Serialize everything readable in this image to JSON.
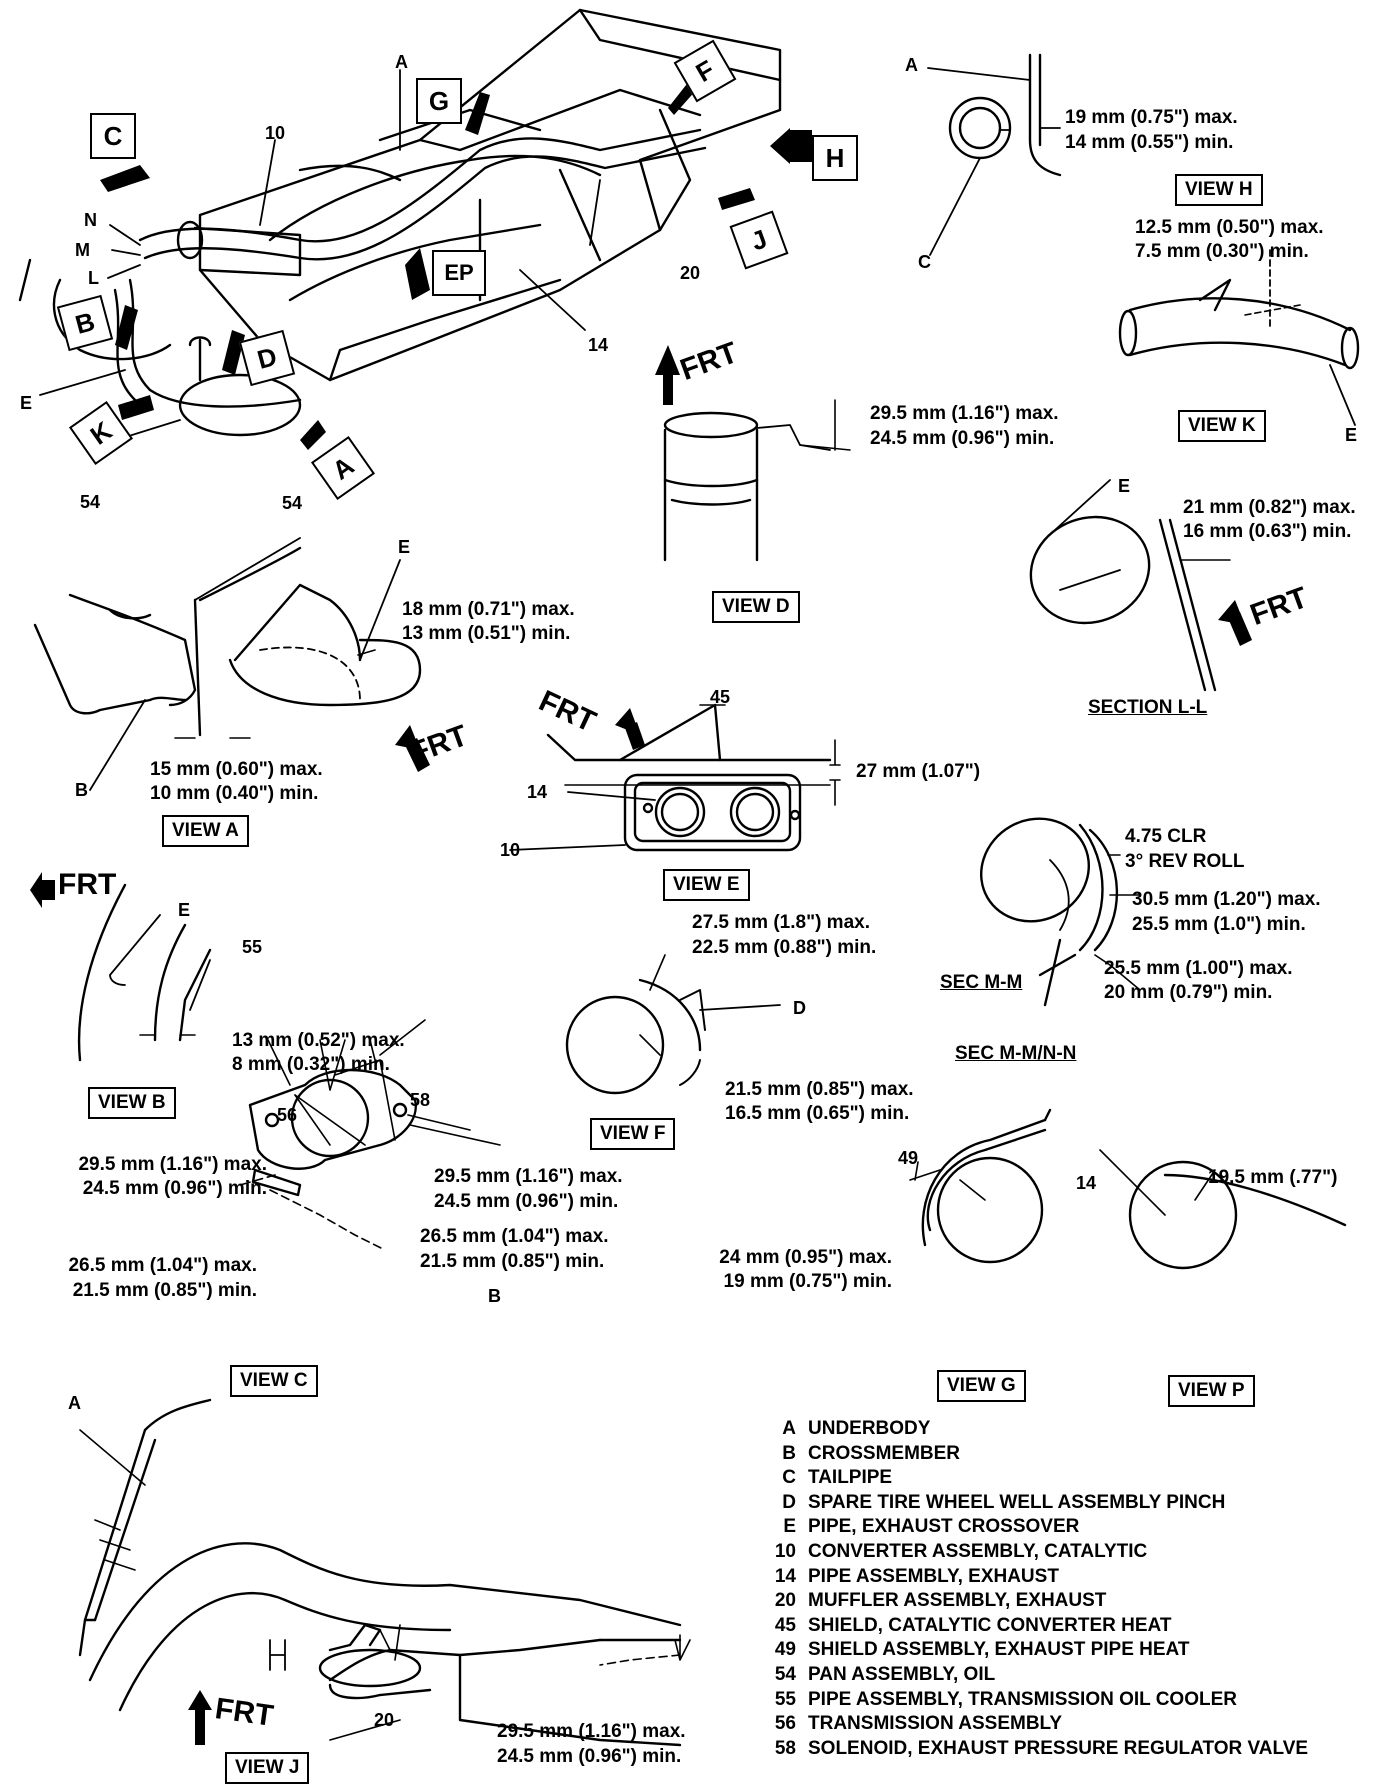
{
  "overview": {
    "view_boxes": {
      "c": "C",
      "g": "G",
      "f": "F",
      "h": "H",
      "j": "J",
      "ep": "EP",
      "b": "B",
      "d": "D",
      "k": "K",
      "a": "A"
    },
    "labels": {
      "a": "A",
      "ten": "10",
      "n": "N",
      "m": "M",
      "l": "L",
      "e": "E",
      "fiftyfour": "54",
      "twenty": "20",
      "fourteen": "14"
    }
  },
  "view_h": {
    "title": "VIEW H",
    "label_a": "A",
    "label_c": "C",
    "max": "19 mm (0.75\") max.",
    "min": "14 mm (0.55\") min."
  },
  "view_k": {
    "title": "VIEW K",
    "label_e": "E",
    "max": "12.5 mm (0.50\") max.",
    "min": "7.5 mm (0.30\") min."
  },
  "view_d": {
    "title": "VIEW D",
    "frt": "FRT",
    "max": "29.5 mm (1.16\") max.",
    "min": "24.5 mm (0.96\") min."
  },
  "section_ll": {
    "title": "SECTION L-L",
    "label_e": "E",
    "frt": "FRT",
    "max": "21 mm (0.82\") max.",
    "min": "16 mm (0.63\") min."
  },
  "view_a": {
    "title": "VIEW A",
    "label_54": "54",
    "label_e": "E",
    "label_b": "B",
    "frt": "FRT",
    "max1": "18 mm (0.71\") max.",
    "min1": "13 mm (0.51\") min.",
    "max2": "15 mm (0.60\") max.",
    "min2": "10 mm (0.40\") min."
  },
  "view_e": {
    "title": "VIEW E",
    "frt": "FRT",
    "label_45": "45",
    "label_14": "14",
    "label_10": "10",
    "dim": "27 mm (1.07\")"
  },
  "sec_mm": {
    "title1": "SEC M-M",
    "title2": "SEC M-M/N-N",
    "clr": "4.75 CLR",
    "roll": "3° REV ROLL",
    "max1": "30.5 mm (1.20\") max.",
    "min1": "25.5 mm (1.0\") min.",
    "max2": "25.5 mm (1.00\") max.",
    "min2": "20 mm (0.79\") min."
  },
  "view_b": {
    "title": "VIEW B",
    "frt": "FRT",
    "label_e": "E",
    "label_55": "55",
    "max": "13 mm (0.52\") max.",
    "min": "8 mm (0.32\") min."
  },
  "view_f": {
    "title": "VIEW F",
    "label_d": "D",
    "max1": "27.5 mm (1.8\") max.",
    "min1": "22.5 mm (0.88\") min.",
    "max2": "21.5 mm (0.85\") max.",
    "min2": "16.5 mm (0.65\") min."
  },
  "view_c": {
    "title": "VIEW C",
    "label_56": "56",
    "label_58": "58",
    "label_b": "B",
    "max1": "29.5 mm (1.16\") max.",
    "min1": "24.5 mm (0.96\") min.",
    "max2": "29.5 mm (1.16\") max.",
    "min2": "24.5 mm (0.96\") min.",
    "max3": "26.5 mm (1.04\") max.",
    "min3": "21.5 mm (0.85\") min.",
    "max4": "26.5 mm (1.04\") max.",
    "min4": "21.5 mm (0.85\") min."
  },
  "view_g": {
    "title": "VIEW G",
    "label_49": "49",
    "max": "24 mm (0.95\") max.",
    "min": "19 mm (0.75\") min."
  },
  "view_p": {
    "title": "VIEW P",
    "label_14": "14",
    "dim": "19.5 mm (.77\")"
  },
  "view_j": {
    "title": "VIEW J",
    "label_a": "A",
    "label_20": "20",
    "frt": "FRT",
    "max": "29.5 mm (1.16\") max.",
    "min": "24.5 mm (0.96\") min."
  },
  "legend": [
    {
      "key": "A",
      "text": "UNDERBODY"
    },
    {
      "key": "B",
      "text": "CROSSMEMBER"
    },
    {
      "key": "C",
      "text": "TAILPIPE"
    },
    {
      "key": "D",
      "text": "SPARE TIRE WHEEL WELL ASSEMBLY PINCH"
    },
    {
      "key": "E",
      "text": "PIPE, EXHAUST CROSSOVER"
    },
    {
      "key": "10",
      "text": "CONVERTER ASSEMBLY, CATALYTIC"
    },
    {
      "key": "14",
      "text": "PIPE ASSEMBLY, EXHAUST"
    },
    {
      "key": "20",
      "text": "MUFFLER ASSEMBLY, EXHAUST"
    },
    {
      "key": "45",
      "text": "SHIELD, CATALYTIC CONVERTER HEAT"
    },
    {
      "key": "49",
      "text": "SHIELD ASSEMBLY, EXHAUST PIPE HEAT"
    },
    {
      "key": "54",
      "text": "PAN ASSEMBLY, OIL"
    },
    {
      "key": "55",
      "text": "PIPE ASSEMBLY, TRANSMISSION OIL COOLER"
    },
    {
      "key": "56",
      "text": "TRANSMISSION ASSEMBLY"
    },
    {
      "key": "58",
      "text": "SOLENOID, EXHAUST PRESSURE REGULATOR VALVE"
    }
  ]
}
